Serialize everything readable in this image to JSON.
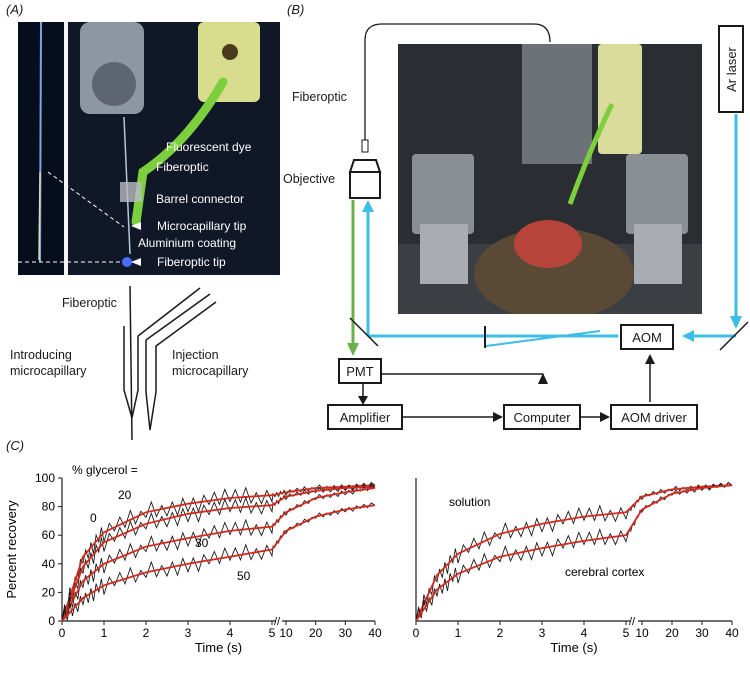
{
  "panel_a": {
    "label": "(A)",
    "photo_labels": {
      "dye": "Fluorescent dye",
      "fiber": "Fiberoptic",
      "barrel": "Barrel connector",
      "micro_tip": "Microcapillary tip",
      "coating": "Aluminium coating",
      "fiber_tip": "Fiberoptic tip"
    },
    "diagram": {
      "fiber": "Fiberoptic",
      "introducing_1": "Introducing",
      "introducing_2": "microcapillary",
      "injection_1": "Injection",
      "injection_2": "microcapillary"
    }
  },
  "panel_b": {
    "label": "(B)",
    "fiberoptic": "Fiberoptic",
    "objective": "Objective",
    "laser": "Ar laser",
    "pmt": "PMT",
    "aom": "AOM",
    "amplifier": "Amplifier",
    "computer": "Computer",
    "aom_driver": "AOM driver",
    "colors": {
      "laser_path": "#3cbde6",
      "emission_path": "#6ab04c"
    }
  },
  "panel_c": {
    "label": "(C)"
  },
  "chart_data": [
    {
      "type": "line",
      "title": "",
      "ylabel": "Percent recovery",
      "xlabel": "Time (s)",
      "ylim": [
        0,
        100
      ],
      "y_ticks": [
        "0",
        "20",
        "40",
        "60",
        "80",
        "100"
      ],
      "x_ticks": [
        "0",
        "1",
        "2",
        "3",
        "4",
        "5",
        "10",
        "20",
        "30",
        "40"
      ],
      "x_break": "5 | 10",
      "legend_title": "% glycerol =",
      "series": [
        {
          "name": "0",
          "x": [
            0,
            0.5,
            1,
            2,
            3,
            4,
            5,
            10,
            20,
            30,
            40
          ],
          "values": [
            0,
            45,
            62,
            76,
            82,
            86,
            88,
            90,
            93,
            94,
            95
          ]
        },
        {
          "name": "20",
          "x": [
            0,
            0.5,
            1,
            2,
            3,
            4,
            5,
            10,
            20,
            30,
            40
          ],
          "values": [
            0,
            38,
            55,
            68,
            75,
            79,
            81,
            87,
            91,
            93,
            94
          ]
        },
        {
          "name": "30",
          "x": [
            0,
            0.5,
            1,
            2,
            3,
            4,
            5,
            10,
            20,
            30,
            40
          ],
          "values": [
            0,
            28,
            40,
            52,
            58,
            63,
            66,
            76,
            86,
            90,
            93
          ]
        },
        {
          "name": "50",
          "x": [
            0,
            0.5,
            1,
            2,
            3,
            4,
            5,
            10,
            20,
            30,
            40
          ],
          "values": [
            0,
            16,
            25,
            34,
            40,
            45,
            50,
            63,
            73,
            78,
            81
          ]
        }
      ]
    },
    {
      "type": "line",
      "title": "",
      "xlabel": "Time (s)",
      "ylim": [
        0,
        100
      ],
      "x_ticks": [
        "0",
        "1",
        "2",
        "3",
        "4",
        "5",
        "10",
        "20",
        "30",
        "40"
      ],
      "series": [
        {
          "name": "solution",
          "x": [
            0,
            0.5,
            1,
            2,
            3,
            4,
            5,
            10,
            20,
            30,
            40
          ],
          "values": [
            0,
            32,
            47,
            61,
            68,
            73,
            76,
            87,
            92,
            94,
            95
          ]
        },
        {
          "name": "cerebral cortex",
          "x": [
            0,
            0.5,
            1,
            2,
            3,
            4,
            5,
            10,
            20,
            30,
            40
          ],
          "values": [
            0,
            22,
            33,
            45,
            51,
            56,
            60,
            78,
            89,
            93,
            95
          ]
        }
      ]
    }
  ]
}
